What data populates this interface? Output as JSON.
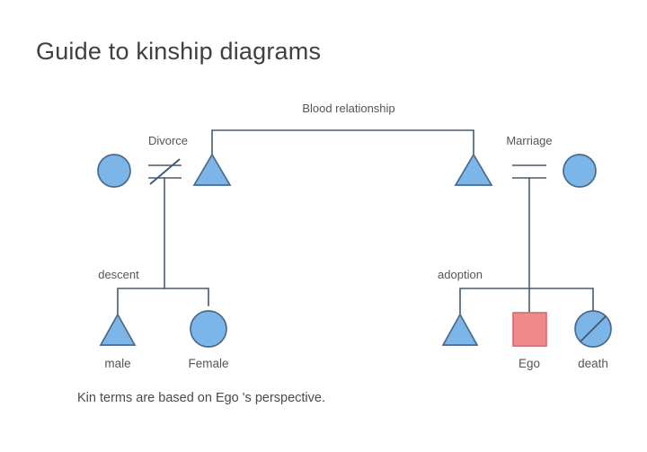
{
  "page": {
    "title": "Guide to kinship diagrams",
    "caption": "Kin terms are based on Ego 's perspective.",
    "background_color": "#ffffff",
    "text_color": "#3f3f3f"
  },
  "colors": {
    "shape_fill_blue": "#7cb5e8",
    "shape_stroke_blue": "#4a6a8a",
    "shape_fill_red": "#ef8a8a",
    "shape_stroke_red": "#d96e72",
    "line": "#4a5a6a",
    "label": "#555555"
  },
  "labels": {
    "blood_relationship": "Blood relationship",
    "divorce": "Divorce",
    "marriage": "Marriage",
    "descent": "descent",
    "adoption": "adoption"
  },
  "nodes": {
    "parent_gen": [
      {
        "id": "left-female",
        "shape": "circle",
        "label": "",
        "icon": "female-circle-icon"
      },
      {
        "id": "left-male",
        "shape": "triangle",
        "label": "",
        "icon": "male-triangle-icon"
      },
      {
        "id": "right-male",
        "shape": "triangle",
        "label": "",
        "icon": "male-triangle-icon"
      },
      {
        "id": "right-female",
        "shape": "circle",
        "label": "",
        "icon": "female-circle-icon"
      }
    ],
    "child_gen": [
      {
        "id": "child-male",
        "shape": "triangle",
        "label": "male",
        "icon": "male-triangle-icon"
      },
      {
        "id": "child-female",
        "shape": "circle",
        "label": "Female",
        "icon": "female-circle-icon"
      },
      {
        "id": "adopted-male",
        "shape": "triangle",
        "label": "",
        "icon": "male-triangle-icon"
      },
      {
        "id": "ego",
        "shape": "square",
        "label": "Ego",
        "icon": "ego-square-icon"
      },
      {
        "id": "deceased-female",
        "shape": "circle-slashed",
        "label": "death",
        "icon": "death-circle-icon"
      }
    ]
  },
  "relationship_symbols": {
    "divorce": {
      "name": "divorce-symbol",
      "glyph": "double-line-with-slash"
    },
    "marriage": {
      "name": "marriage-symbol",
      "glyph": "double-line"
    },
    "death": {
      "name": "death-slash",
      "glyph": "diagonal-slash"
    }
  },
  "legend": {
    "male_label": "male",
    "female_label": "Female",
    "ego_label": "Ego",
    "death_label": "death"
  }
}
